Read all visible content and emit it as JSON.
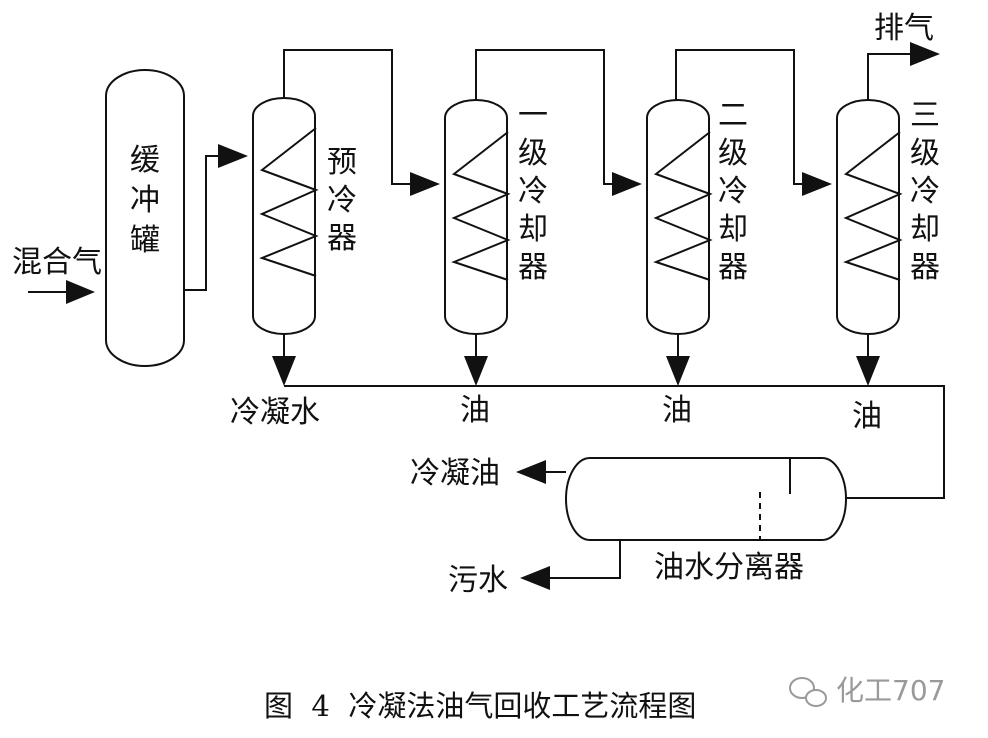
{
  "labels": {
    "feed": "混合气",
    "buffer_tank": [
      "缓",
      "冲",
      "罐"
    ],
    "precooler": [
      "预",
      "冷",
      "器"
    ],
    "cooler1": [
      "一",
      "级",
      "冷",
      "却",
      "器"
    ],
    "cooler2": [
      "二",
      "级",
      "冷",
      "却",
      "器"
    ],
    "cooler3": [
      "三",
      "级",
      "冷",
      "却",
      "器"
    ],
    "vent": "排气",
    "condensed_water": "冷凝水",
    "oil1": "油",
    "oil2": "油",
    "oil3": "油",
    "condensed_oil": "冷凝油",
    "waste_water": "污水",
    "separator": "油水分离器"
  },
  "caption": "图  4  冷凝法油气回收工艺流程图",
  "watermark": "化工707"
}
